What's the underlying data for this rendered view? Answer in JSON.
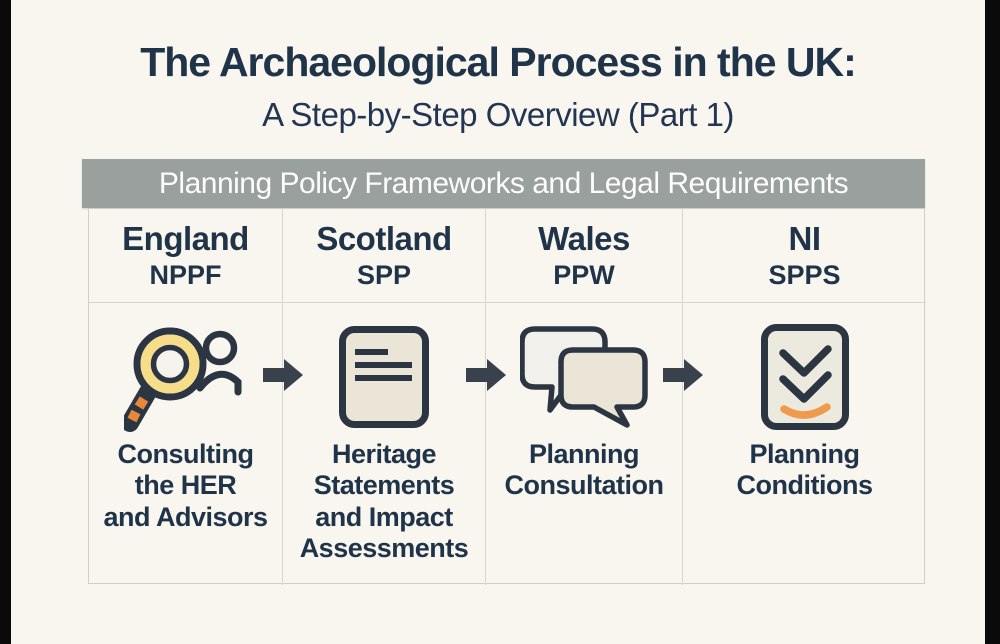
{
  "header": {
    "title": "The Archaeological Process in the UK:",
    "subtitle": "A Step-by-Step Overview (Part 1)"
  },
  "banner": {
    "label": "Planning Policy Frameworks and Legal Requirements"
  },
  "columns": [
    {
      "country": "England",
      "framework": "NPPF",
      "step": "Consulting the HER and Advisors",
      "step_lines": [
        "Consulting",
        "the HER",
        "and Advisors"
      ],
      "icon": "magnifier-person-icon"
    },
    {
      "country": "Scotland",
      "framework": "SPP",
      "step": "Heritage Statements and Impact Assessments",
      "step_lines": [
        "Heritage",
        "Statements",
        "and Impact",
        "Assessments"
      ],
      "icon": "document-icon"
    },
    {
      "country": "Wales",
      "framework": "PPW",
      "step": "Planning Consultation",
      "step_lines": [
        "Planning",
        "Consultation"
      ],
      "icon": "speech-bubbles-icon"
    },
    {
      "country": "NI",
      "framework": "SPPS",
      "step": "Planning Conditions",
      "step_lines": [
        "Planning",
        "Conditions"
      ],
      "icon": "checklist-icon"
    }
  ],
  "colors": {
    "navy_text": "#1f3349",
    "icon_outline": "#2c3542",
    "banner_gray": "#9aa09e",
    "background_cream": "#f9f6ef",
    "icon_beige": "#eae5d6",
    "bubble_light": "#f1f0ea",
    "magnifier_yellow": "#f5dd8a",
    "handle_orange": "#e8863a",
    "swoosh_orange": "#f09a4e",
    "arrow_dark": "#39414d",
    "pillarbox_black": "#0a0a0a"
  }
}
